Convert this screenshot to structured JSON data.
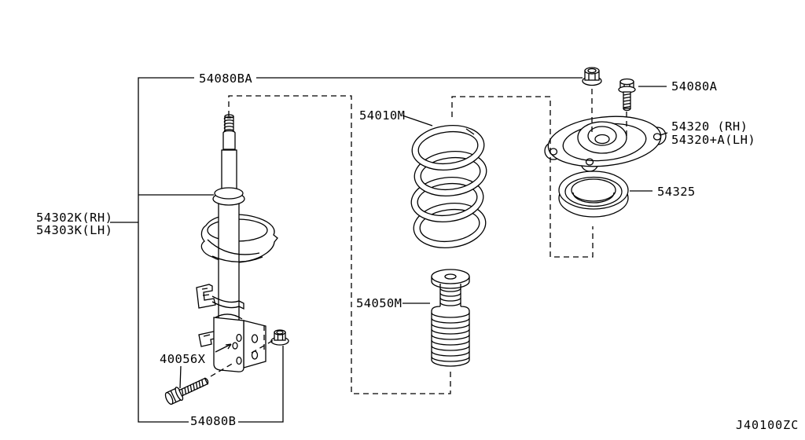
{
  "diagram": {
    "code": "J40100ZC",
    "callouts": {
      "strut_assembly_rh": "54302K(RH)",
      "strut_assembly_lh": "54303K(LH)",
      "coil_spring": "54010M",
      "bound_bumper": "54050M",
      "strut_mount_nut": "54080BA",
      "strut_mount_bolt": "54080A",
      "strut_mount_rh": "54320 (RH)",
      "strut_mount_lh": "54320+A(LH)",
      "strut_bearing": "54325",
      "bracket_bolt": "40056X",
      "piston_rod_nut": "54080B"
    },
    "colors": {
      "line": "#000000",
      "background": "#ffffff"
    }
  }
}
